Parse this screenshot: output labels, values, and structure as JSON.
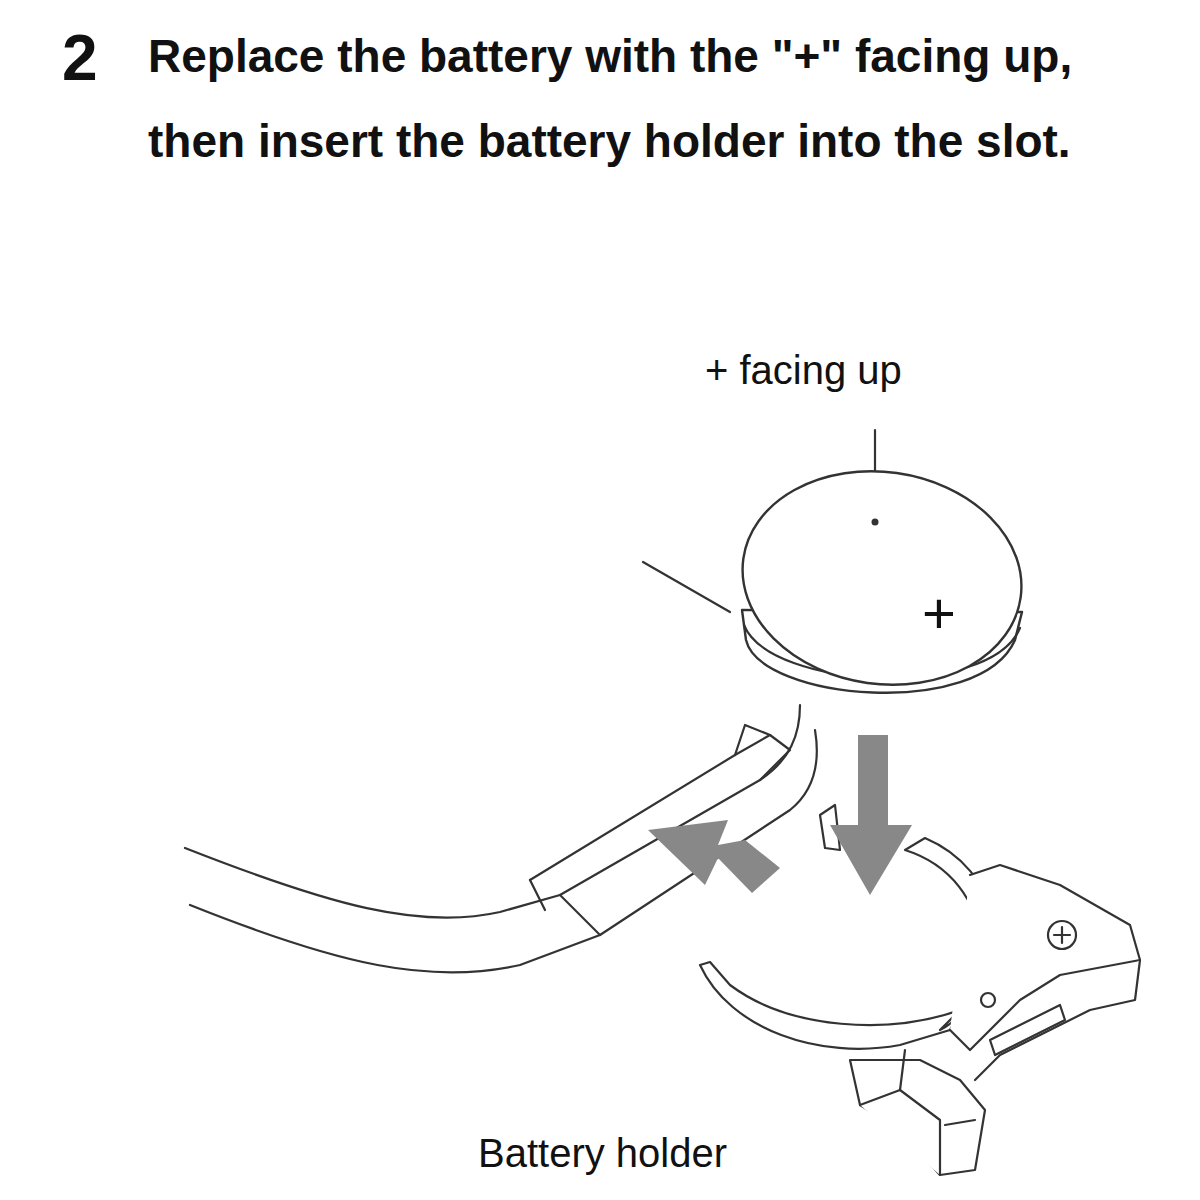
{
  "diagram": {
    "title": "Replace the battery with the \"+\" facing up, then insert the battery holder into the slot.",
    "labels": [
      "2",
      "+ facing up",
      "+",
      "Battery holder"
    ]
  }
}
